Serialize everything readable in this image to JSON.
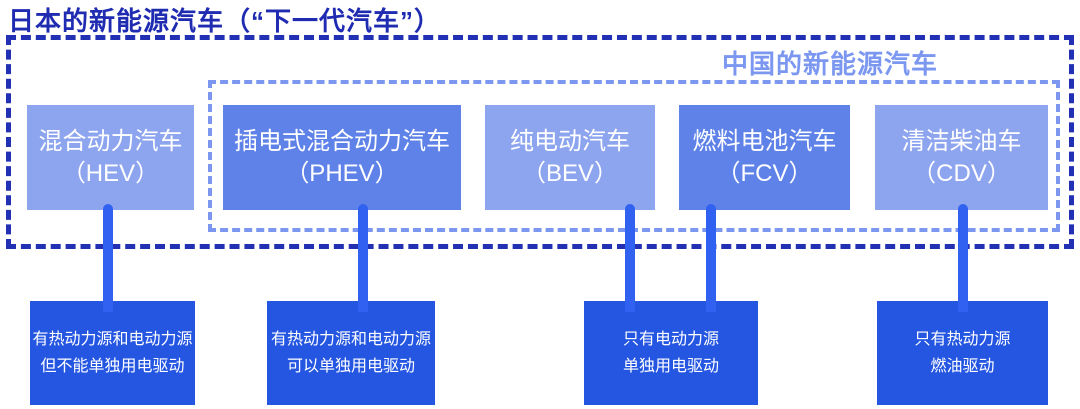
{
  "title": "日本的新能源汽车（“下一代汽车”）",
  "china_label": "中国的新能源汽车",
  "vehicles": [
    {
      "name": "混合动力汽车",
      "abbr": "（HEV）",
      "variant": "light"
    },
    {
      "name": "插电式混合动力汽车",
      "abbr": "（PHEV）",
      "variant": "medium"
    },
    {
      "name": "纯电动汽车",
      "abbr": "（BEV）",
      "variant": "light"
    },
    {
      "name": "燃料电池汽车",
      "abbr": "（FCV）",
      "variant": "medium"
    },
    {
      "name": "清洁柴油车",
      "abbr": "（CDV）",
      "variant": "light"
    }
  ],
  "descriptions": [
    {
      "line1": "有热动力源和电动力源",
      "line2": "但不能单独用电驱动",
      "connects_to": [
        "HEV"
      ]
    },
    {
      "line1": "有热动力源和电动力源",
      "line2": "可以单独用电驱动",
      "connects_to": [
        "PHEV"
      ]
    },
    {
      "line1": "只有电动力源",
      "line2": "单独用电驱动",
      "connects_to": [
        "BEV",
        "FCV"
      ]
    },
    {
      "line1": "只有热动力源",
      "line2": "燃油驱动",
      "connects_to": [
        "CDV"
      ]
    }
  ],
  "colors": {
    "title_text": "#1f2cb2",
    "japan_dashed_border": "#2230b3",
    "china_dashed_border": "#7b97f0",
    "china_label_text": "#7b97f0",
    "vehicle_box_light": "#8da4ee",
    "vehicle_box_medium": "#5f82e9",
    "description_box": "#2456e2",
    "connector_line": "#3161f0",
    "box_border": "#ffffff",
    "background": "#ffffff"
  }
}
